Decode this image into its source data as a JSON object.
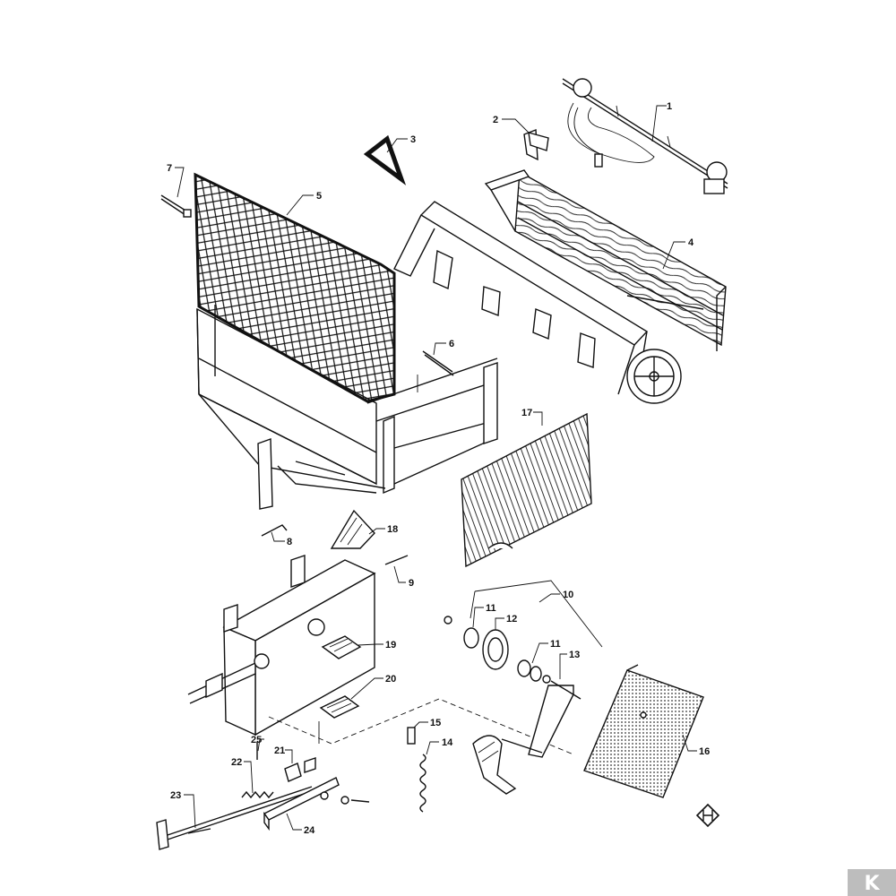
{
  "diagram": {
    "labels": {
      "p1": "1",
      "p2": "2",
      "p3": "3",
      "p4": "4",
      "p5": "5",
      "p6": "6",
      "p7": "7",
      "p8": "8",
      "p9": "9",
      "p10": "10",
      "p11a": "11",
      "p11b": "11",
      "p12": "12",
      "p13": "13",
      "p14": "14",
      "p15": "15",
      "p16": "16",
      "p17": "17",
      "p18": "18",
      "p19": "19",
      "p20": "20",
      "p21": "21",
      "p22": "22",
      "p23": "23",
      "p24": "24",
      "p25": "25"
    }
  },
  "logo": {
    "brand_letter": "K"
  }
}
